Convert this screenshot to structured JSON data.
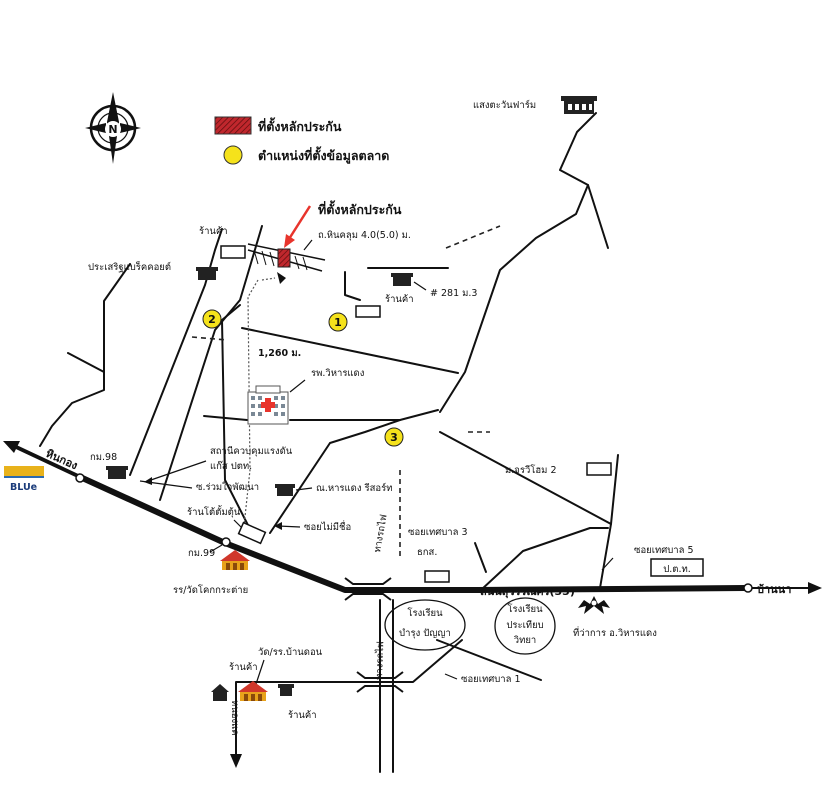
{
  "legend": {
    "collateral_label": "ที่ตั้งหลักประกัน",
    "market_data_label": "ตำแหน่งที่ตั้งข้อมูลตลาด",
    "compass_letter": "N"
  },
  "collateral_callout": "ที่ตั้งหลักประกัน",
  "road_width_note": "ถ.หินคลุม 4.0(5.0) ม.",
  "distance_note": "1,260 ม.",
  "markers": [
    "1",
    "2",
    "3"
  ],
  "places": {
    "farm": "แสงตะวันฟาร์ม",
    "shop_top": "ร้านค้า",
    "prasert": "ประเสริฐแบร็คคอยต์",
    "house_281": "# 281 ม.3",
    "shop_mid": "ร้านค้า",
    "hospital": "รพ.วิหารแดง",
    "gas_station_1": "สถานีควบคุมแรงดัน",
    "gas_station_2": "แก๊ส ปตท.",
    "km98": "กม.98",
    "soi_ruamjai": "ซ.ร่วมใจพัฒนา",
    "tharnraeng": "ณ.หารแดง รีสอร์ท",
    "shop_sangsa": "ร้านโต้ตั้มตุ้น",
    "soi_no_name": "ซอยไม่มีชื่อ",
    "km99": "กม.99",
    "temple_school": "รร/วัดโคกกระต่าย",
    "railway": "ทางรถไฟ",
    "railway_2": "ทางรถไฟ",
    "soi_muni3": "ซอยเทศบาล 3",
    "baac": "ธกส.",
    "jarawee": "ม.จรวีโฮม 2",
    "soi_muni5": "ซอยเทศบาล 5",
    "ptt": "ป.ต.ท.",
    "road_name": "ถนนสุวรรณศร(33)",
    "ban_na": "บ้านนา",
    "hin_kong": "หินกอง",
    "school1_l1": "โรงเรียน",
    "school1_l2": "บำรุง ปัญญา",
    "school2_l1": "โรงเรียน",
    "school2_l2": "ประเทียบ",
    "school2_l3": "วิทยา",
    "district_office": "ที่ว่าการ อ.วิหารแดง",
    "soi_muni1": "ซอยเทศบาล 1",
    "temple_school_2": "วัด/รร.บ้านดอน",
    "shop_bl1": "ร้านค้า",
    "shop_bl2": "ร้านค้า",
    "nong_khae": "หนองแค",
    "blue_logo": "BLUe"
  },
  "colors": {
    "collateral": "#c0272d",
    "marker": "#f5e21b",
    "arrow": "#e8342c"
  }
}
